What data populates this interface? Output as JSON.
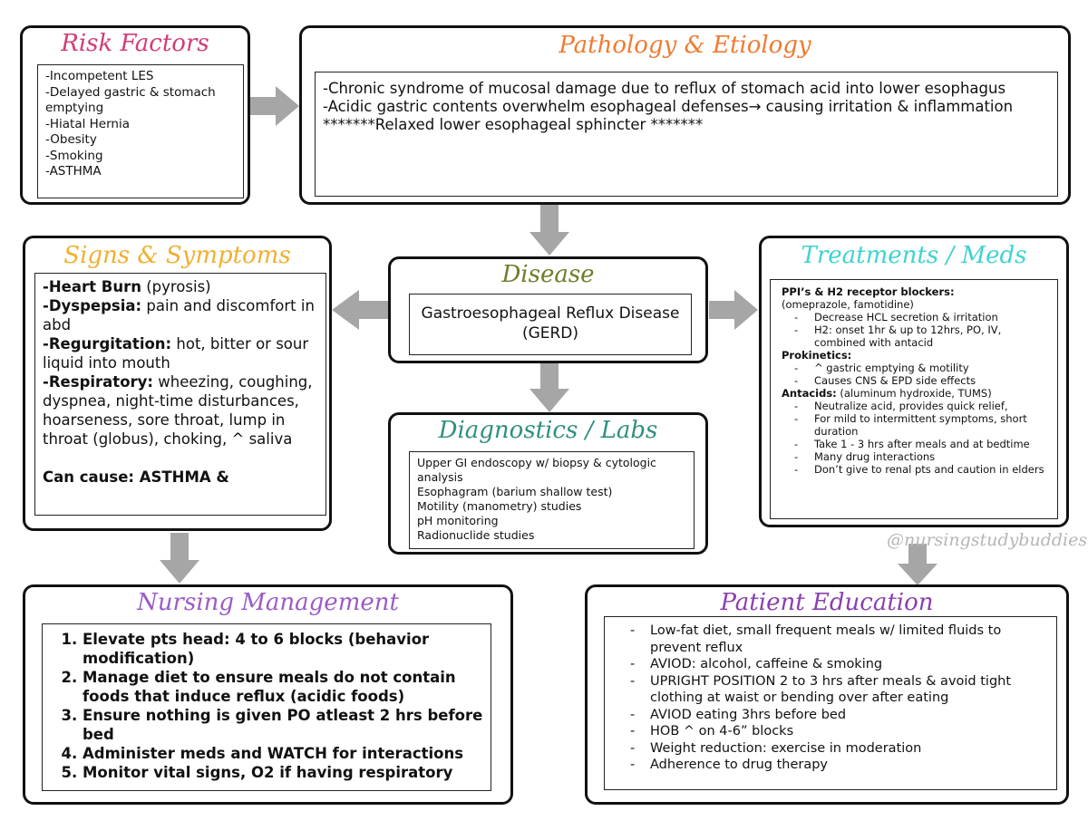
{
  "risk_factors": {
    "title": "Risk Factors",
    "items": [
      "-Incompetent LES",
      "-Delayed gastric & stomach emptying",
      "-Hiatal Hernia",
      "-Obesity",
      "-Smoking",
      "-ASTHMA"
    ]
  },
  "pathology": {
    "title": "Pathology & Etiology",
    "items": [
      "-Chronic syndrome of mucosal damage due to reflux of stomach acid into lower esophagus",
      "-Acidic gastric contents overwhelm esophageal defenses→ causing irritation & inflammation",
      "*******Relaxed lower esophageal sphincter *******"
    ]
  },
  "signs": {
    "title": "Signs & Symptoms",
    "items": [
      {
        "b": "-Heart Burn",
        "t": " (pyrosis)"
      },
      {
        "b": "-Dyspepsia:",
        "t": " pain and discomfort in abd"
      },
      {
        "b": "-Regurgitation:",
        "t": " hot, bitter or sour liquid into mouth"
      },
      {
        "b": "-Respiratory:",
        "t": " wheezing, coughing, dyspnea, night-time disturbances, hoarseness, sore throat, lump in throat (globus), choking, ^ saliva"
      }
    ],
    "cause": "Can cause: ASTHMA &"
  },
  "disease": {
    "title": "Disease",
    "name": "Gastroesophageal Reflux Disease (GERD)"
  },
  "diagnostics": {
    "title": "Diagnostics / Labs",
    "items": [
      "Upper GI endoscopy w/ biopsy & cytologic analysis",
      "Esophagram (barium shallow test)",
      "Motility (manometry) studies",
      "pH monitoring",
      "Radionuclide studies"
    ]
  },
  "treatments": {
    "title": "Treatments / Meds",
    "groups": [
      {
        "head": "PPI’s & H2 receptor blockers:",
        "sub": "(omeprazole, famotidine)",
        "items": [
          "Decrease HCL secretion & irritation",
          "H2: onset 1hr & up to 12hrs, PO, IV, combined with antacid"
        ]
      },
      {
        "head": "Prokinetics:",
        "sub": "",
        "items": [
          "^ gastric emptying & motility",
          "Causes CNS & EPD side effects"
        ]
      },
      {
        "head": "Antacids:",
        "sub": " (aluminum hydroxide, TUMS)",
        "items": [
          "Neutralize acid, provides quick relief,",
          "For mild to intermittent symptoms, short duration",
          "Take 1 - 3 hrs after meals and at bedtime",
          "Many drug interactions",
          "Don’t give to renal pts and caution in elders"
        ]
      }
    ]
  },
  "watermark": "@nursingstudybuddies",
  "nursing": {
    "title": "Nursing Management",
    "items": [
      "Elevate pts head: 4 to 6 blocks (behavior modification)",
      "Manage diet to ensure meals do not contain foods that induce reflux (acidic foods)",
      "Ensure nothing is given PO atleast 2 hrs before bed",
      "Administer meds and WATCH for interactions",
      "Monitor vital signs, O2 if having respiratory"
    ]
  },
  "education": {
    "title": "Patient Education",
    "items": [
      "Low-fat diet, small  frequent meals w/ limited fluids to prevent reflux",
      "AVIOD: alcohol, caffeine & smoking",
      "UPRIGHT POSITION 2 to 3 hrs after meals & avoid tight clothing at waist or bending over after eating",
      "AVIOD eating 3hrs before bed",
      "HOB ^ on 4-6” blocks",
      "Weight reduction: exercise in moderation",
      "Adherence to drug therapy"
    ]
  },
  "colors": {
    "risk": "#d23c78",
    "pathology": "#f07a30",
    "signs": "#f0b030",
    "disease": "#6e7d2a",
    "diagnostics": "#2f8f7f",
    "treatments": "#3fd3d0",
    "nursing": "#9a5cc8",
    "education": "#8a3fb0",
    "arrow": "#a6a6a6"
  }
}
